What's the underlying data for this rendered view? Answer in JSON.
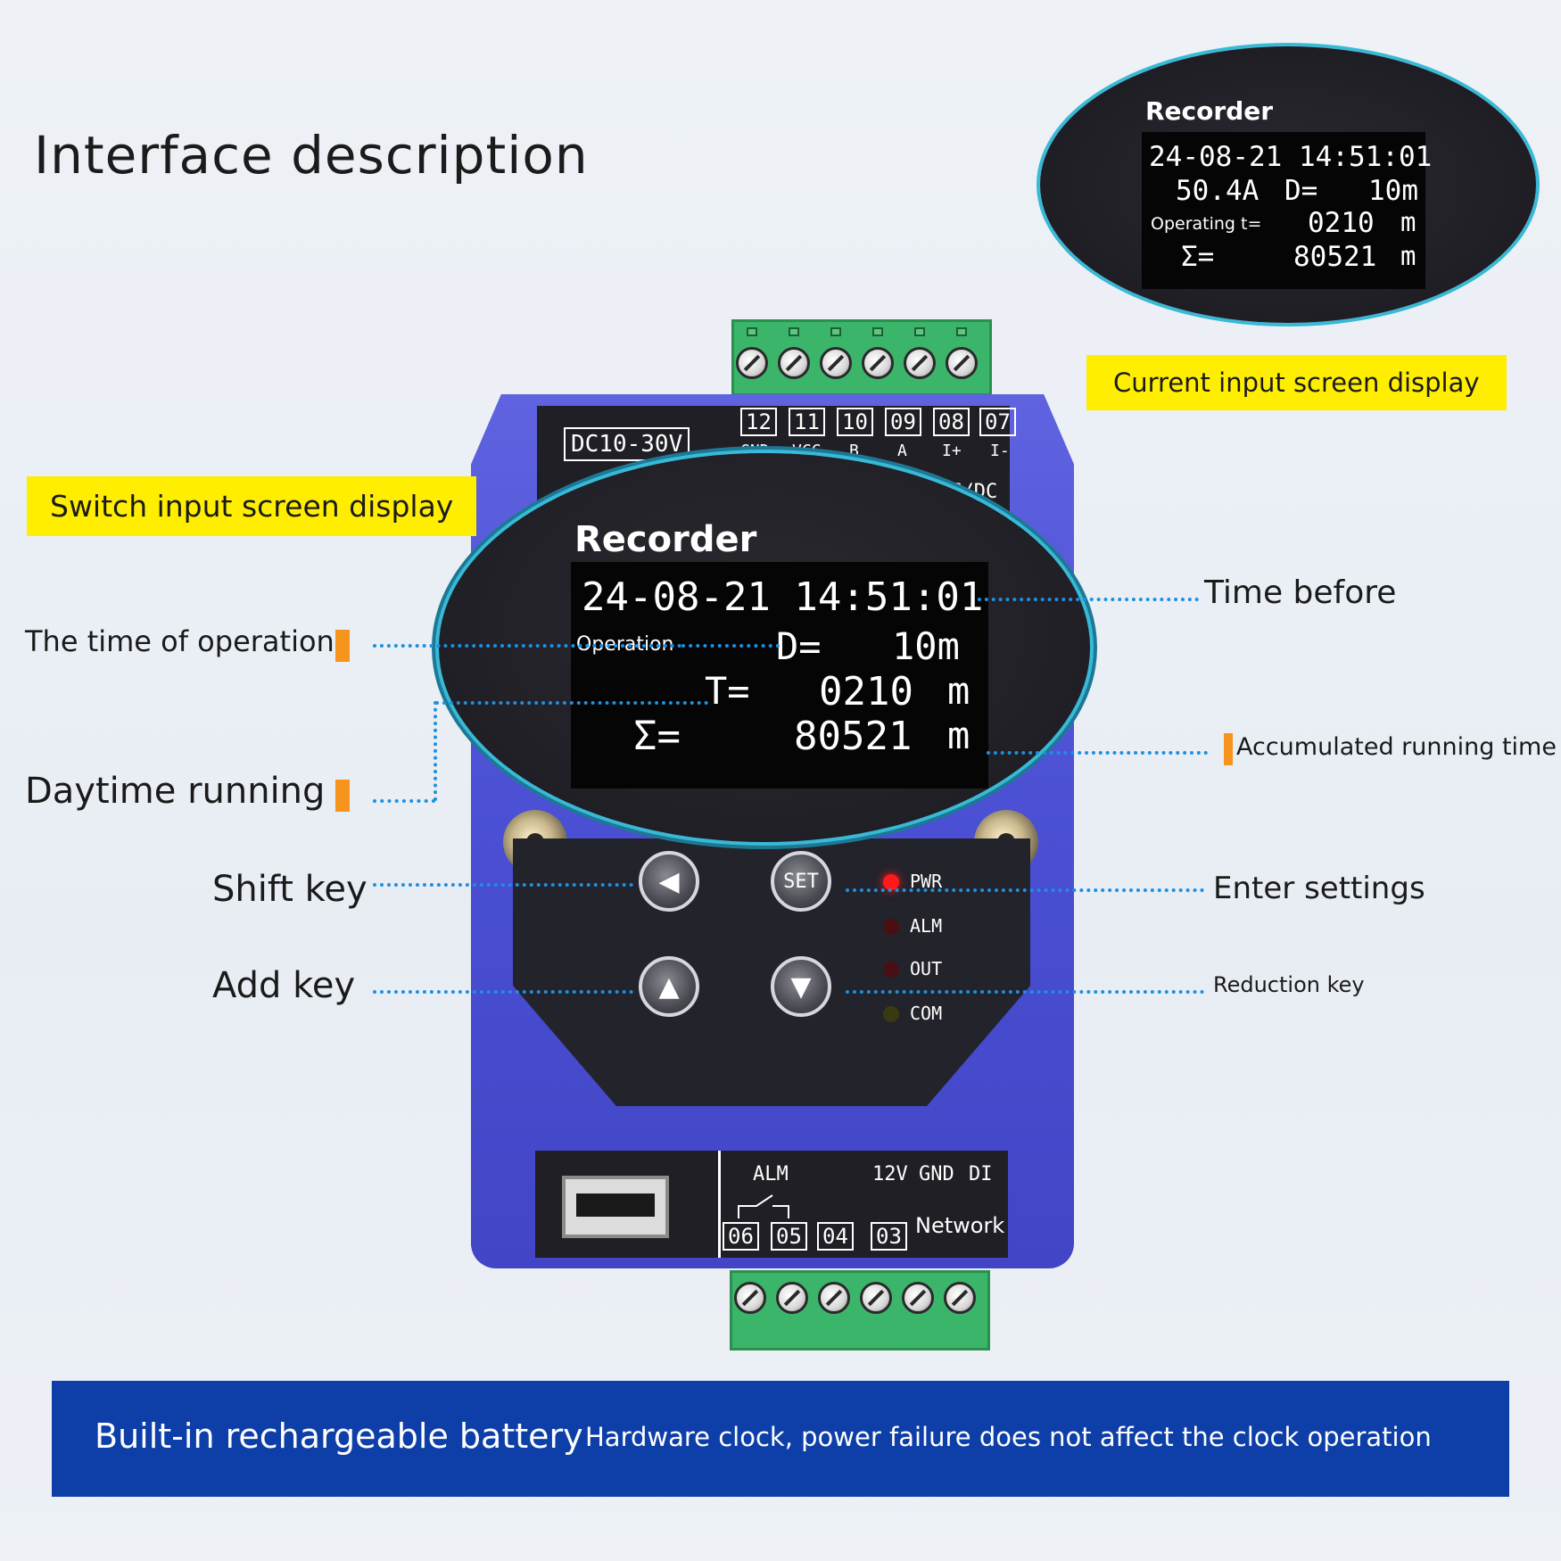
{
  "title": "Interface description",
  "tags": {
    "switch_input": "Switch input screen display",
    "current_input": "Current input screen display"
  },
  "callouts": {
    "time_of_operation": "The time of operation",
    "daytime_running": "Daytime running",
    "shift_key": "Shift key",
    "add_key": "Add key",
    "time_before": "Time before",
    "accumulated": "Accumulated running time",
    "enter_settings": "Enter settings",
    "reduction_key": "Reduction key"
  },
  "big_screen": {
    "heading": "Recorder",
    "line1": "24-08-21 14:51:01",
    "operation_label": "Operation",
    "d_label": "D=",
    "d_value": "10m",
    "t_label": "T=",
    "t_value": "0210",
    "t_unit": "m",
    "sum_label": "Σ=",
    "sum_value": "80521",
    "sum_unit": "m"
  },
  "small_screen": {
    "heading": "Recorder",
    "line1": "24-08-21 14:51:01",
    "current": "50.4A",
    "d_label": "D=",
    "d_value": "10m",
    "operating_label": "Operating t=",
    "operating_value": "0210",
    "operating_unit": "m",
    "sum_label": "Σ=",
    "sum_value": "80521",
    "sum_unit": "m"
  },
  "device": {
    "power_label": "DC10-30V",
    "acdc_label": "AC/DC",
    "top_pins": [
      {
        "num": "12",
        "name": "GND"
      },
      {
        "num": "11",
        "name": "VCC"
      },
      {
        "num": "10",
        "name": "B"
      },
      {
        "num": "09",
        "name": "A"
      },
      {
        "num": "08",
        "name": "I+"
      },
      {
        "num": "07",
        "name": "I-"
      }
    ],
    "keys": {
      "shift": "◀",
      "set": "SET",
      "up": "▲",
      "down": "▼"
    },
    "leds": [
      {
        "label": "PWR",
        "color": "#ff1a1a"
      },
      {
        "label": "ALM",
        "color": "#4a0f12"
      },
      {
        "label": "OUT",
        "color": "#4a0f12"
      },
      {
        "label": "COM",
        "color": "#3a3a12"
      }
    ],
    "bottom_labels": {
      "alm": "ALM",
      "v12": "12V",
      "gnd": "GND",
      "di": "DI",
      "network": "Network"
    },
    "bottom_pins": [
      "06",
      "05",
      "04",
      "03"
    ]
  },
  "banner": {
    "left": "Built-in rechargeable battery",
    "right": "Hardware clock, power failure does not affect the clock operation"
  }
}
